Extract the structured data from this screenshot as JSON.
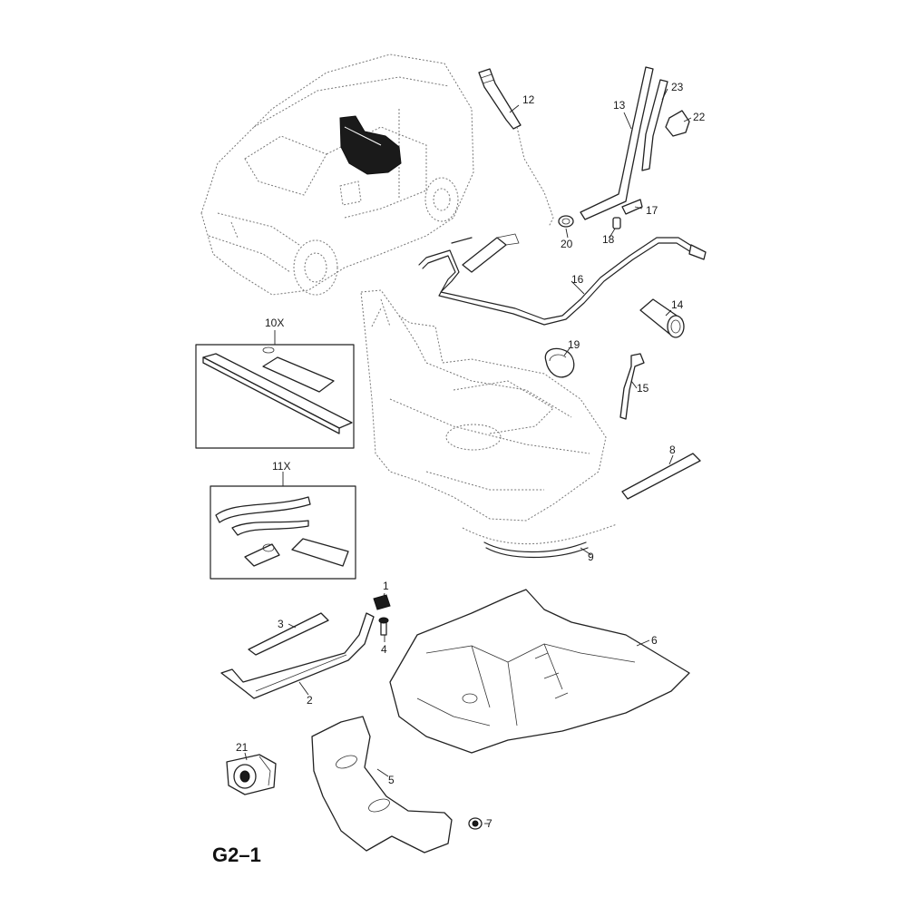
{
  "diagram_code": "G2–1",
  "kit_boxes": {
    "kit_10x": "10X",
    "kit_11x": "11X"
  },
  "callouts": {
    "c1": "1",
    "c2": "2",
    "c3": "3",
    "c4": "4",
    "c5": "5",
    "c6": "6",
    "c7": "7",
    "c8": "8",
    "c9": "9",
    "c12": "12",
    "c13": "13",
    "c14": "14",
    "c15": "15",
    "c16": "16",
    "c17": "17",
    "c18": "18",
    "c19": "19",
    "c20": "20",
    "c21": "21",
    "c22": "22",
    "c23": "23"
  }
}
